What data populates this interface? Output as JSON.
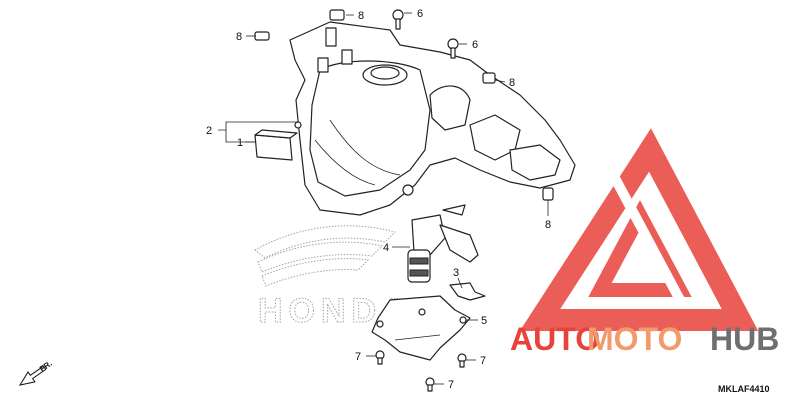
{
  "diagram": {
    "callouts": [
      {
        "id": "c1",
        "label": "1"
      },
      {
        "id": "c2",
        "label": "2"
      },
      {
        "id": "c3",
        "label": "3"
      },
      {
        "id": "c4",
        "label": "4"
      },
      {
        "id": "c5",
        "label": "5"
      },
      {
        "id": "c6a",
        "label": "6"
      },
      {
        "id": "c6b",
        "label": "6"
      },
      {
        "id": "c7a",
        "label": "7"
      },
      {
        "id": "c7b",
        "label": "7"
      },
      {
        "id": "c7c",
        "label": "7"
      },
      {
        "id": "c8a",
        "label": "8"
      },
      {
        "id": "c8b",
        "label": "8"
      },
      {
        "id": "c8c",
        "label": "8"
      },
      {
        "id": "c8d",
        "label": "8"
      }
    ],
    "direction_label": "FR.",
    "diagram_code": "MKLAF4410"
  },
  "watermark": {
    "brand_part1": "AUTO",
    "brand_part2": "MOTO",
    "brand_part3": "HUB",
    "color_red": "#e8423a",
    "color_orange": "#f29a6b",
    "color_gray": "#6f6f6f"
  },
  "background_logo": {
    "text": "HONDA"
  }
}
